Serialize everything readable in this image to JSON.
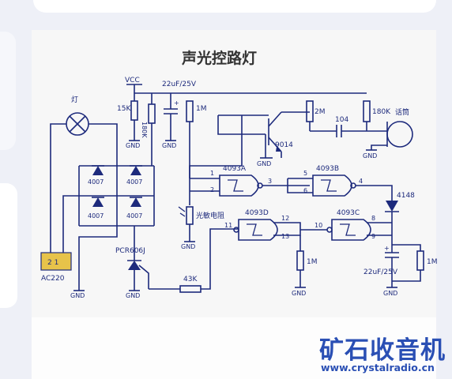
{
  "diagram": {
    "title": "声光控路灯",
    "labels": {
      "lamp": "灯",
      "vcc": "VCC",
      "r_15k": "15K",
      "r_180k_left": "180K",
      "cap_top": "22uF/25V",
      "r_1m_top": "1M",
      "r_2m": "2M",
      "cap_104": "104",
      "r_180k_right": "180K",
      "microphone": "话筒",
      "transistor": "9014",
      "gate_a": "4093A",
      "gate_b": "4093B",
      "gate_c": "4093C",
      "gate_d": "4093D",
      "diode_4148": "4148",
      "ldr": "光敏电阻",
      "r_1m_mid": "1M",
      "r_1m_right": "1M",
      "cap_bottom": "22uF/25V",
      "scr": "PCR606J",
      "r_43k": "43K",
      "ac": "AC220",
      "ac_pins": "2 1",
      "bridge_d1": "4007",
      "bridge_d2": "4007",
      "bridge_d3": "4007",
      "bridge_d4": "4007",
      "pin1": "1",
      "pin2": "2",
      "pin3": "3",
      "pin4": "4",
      "pin5": "5",
      "pin6": "6",
      "pin8": "8",
      "pin9": "9",
      "pin10": "10",
      "pin11": "11",
      "pin12": "12",
      "pin13": "13",
      "gnd": "GND"
    }
  },
  "branding": {
    "name": "矿石收音机",
    "url": "www.crystalradio.cn"
  },
  "colors": {
    "wire": "#1d2a7c",
    "brand": "#2a4fb4",
    "ac_box": "#e7c34a"
  }
}
